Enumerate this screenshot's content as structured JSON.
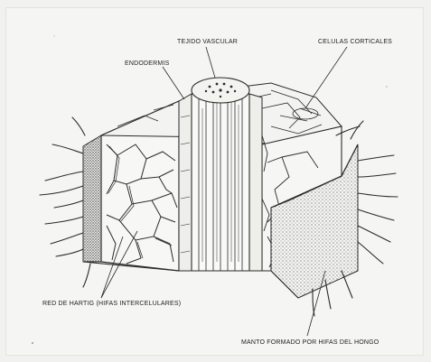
{
  "labels": {
    "vascular_tissue": "TEJIDO VASCULAR",
    "cortical_cells": "CELULAS CORTICALES",
    "endodermis": "ENDODERMIS",
    "hartig_net": "RED DE HARTIG (HIFAS INTERCELULARES)",
    "fungal_mantle": "MANTO FORMADO POR HIFAS DEL HONGO"
  },
  "colors": {
    "ink": "#2a2a2a",
    "paper": "#f5f5f3",
    "mantle_stipple": "#555555"
  }
}
